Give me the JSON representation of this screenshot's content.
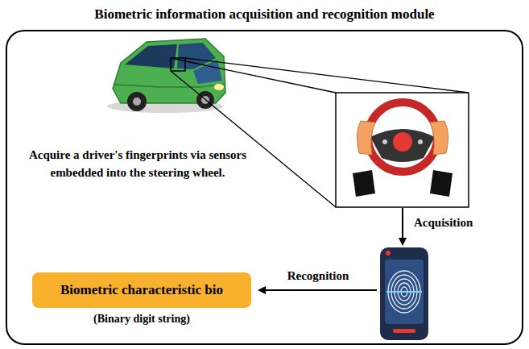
{
  "diagram": {
    "title": "Biometric information acquisition and recognition module",
    "nodes": [
      {
        "text": [
          "Biometric characteristic bio",
          "(Binary digit string)"
        ]
      }
    ],
    "labels": [
      "Acquire a driver's fingerprints via sensors embedded into the steering wheel.",
      "Acquisition",
      "Recognition"
    ]
  }
}
